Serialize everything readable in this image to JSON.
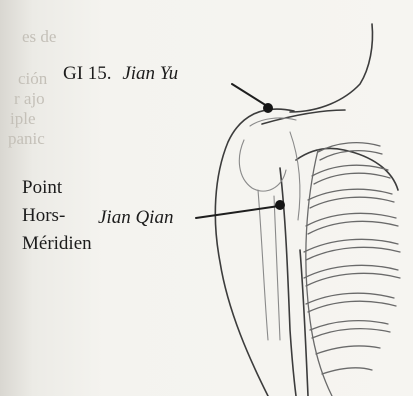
{
  "labels": {
    "gi15_code": "GI 15.",
    "gi15_name": "Jian Yu",
    "extra_line1": "Point",
    "extra_line2": "Hors-",
    "extra_line3": "Méridien",
    "extra_name": "Jian Qian"
  },
  "colors": {
    "paper": "#f4f3ef",
    "ink": "#1c1c1c",
    "line": "#3a3a3a",
    "ghost_text": "#b9b5ad"
  },
  "ghost_text": [
    "es de",
    "ción",
    "r ajo",
    "iple",
    "panic"
  ]
}
